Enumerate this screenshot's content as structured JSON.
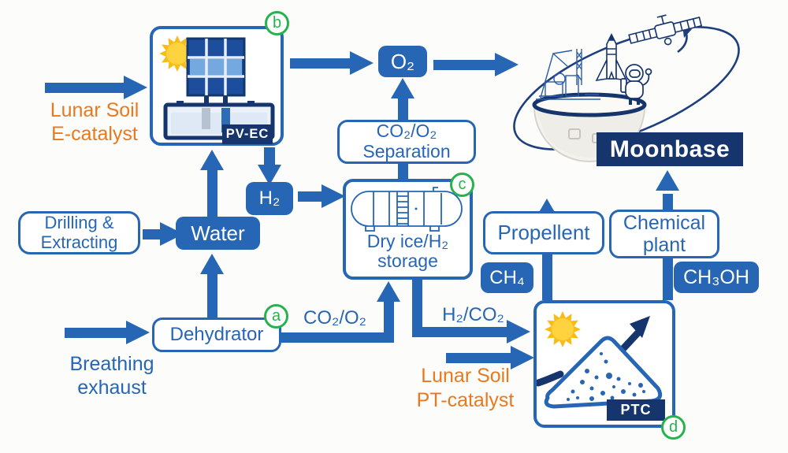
{
  "colors": {
    "blue": "#2766b4",
    "navy": "#16356d",
    "orange": "#e8791d",
    "green": "#27b24d",
    "sun_yellow": "#f9bc15"
  },
  "badges": {
    "a": "a",
    "b": "b",
    "c": "c",
    "d": "d"
  },
  "nodes": {
    "pv_ec_tag": "PV-EC",
    "ptc_tag": "PTC",
    "o2": "O₂",
    "h2": "H₂",
    "water": "Water",
    "drilling": [
      "Drilling &",
      "Extracting"
    ],
    "separation": [
      "CO₂/O₂",
      "Separation"
    ],
    "storage": [
      "Dry ice/H₂",
      "storage"
    ],
    "dehydrator": "Dehydrator",
    "propellent": "Propellent",
    "chemical_plant": [
      "Chemical",
      "plant"
    ],
    "ch4": "CH₄",
    "ch3oh": "CH₃OH",
    "moonbase": "Moonbase"
  },
  "flow_labels": {
    "lunar_soil_e": [
      "Lunar Soil",
      "E-catalyst"
    ],
    "breathing": [
      "Breathing",
      "exhaust"
    ],
    "co2_o2": "CO₂/O₂",
    "h2_co2": "H₂/CO₂",
    "lunar_soil_pt": [
      "Lunar Soil",
      "PT-catalyst"
    ]
  }
}
